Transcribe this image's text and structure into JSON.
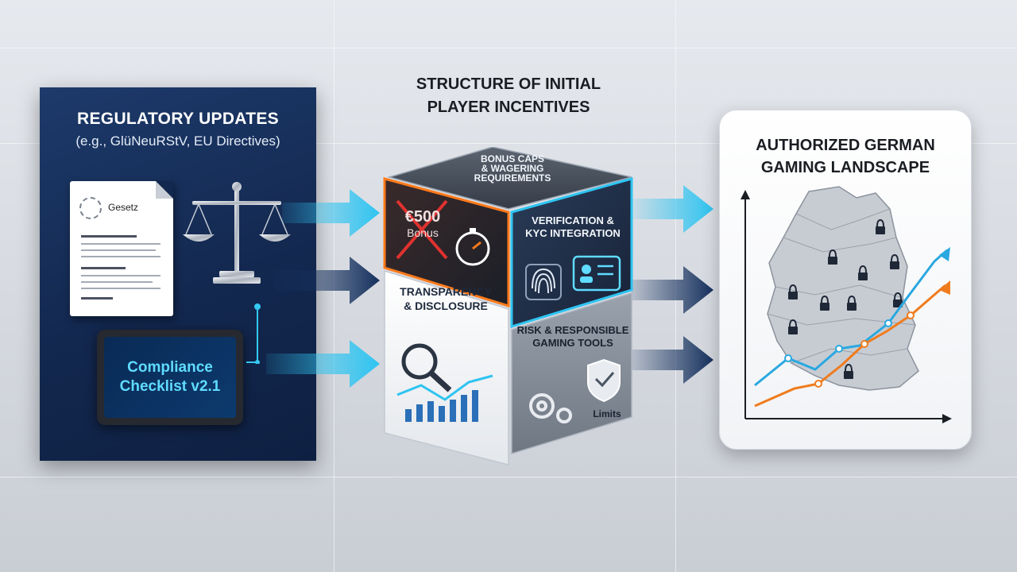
{
  "left_panel": {
    "title": "REGULATORY UPDATES",
    "subtitle": "(e.g., GlüNeuRStV, EU Directives)",
    "document_label": "Gesetz",
    "tablet_line1": "Compliance",
    "tablet_line2": "Checklist v2.1"
  },
  "center": {
    "title_line1": "STRUCTURE OF INITIAL",
    "title_line2": "PLAYER INCENTIVES",
    "top_face_line1": "BONUS CAPS",
    "top_face_line2": "& WAGERING",
    "top_face_line3": "REQUIREMENTS",
    "bonus_amount": "€500",
    "bonus_word": "Bonus",
    "verification_line1": "VERIFICATION &",
    "verification_line2": "KYC INTEGRATION",
    "transparency_line1": "TRANSPARENCY",
    "transparency_line2": "& DISCLOSURE",
    "risk_line1": "RISK & RESPONSIBLE",
    "risk_line2": "GAMING TOOLS",
    "limits_label": "Limits"
  },
  "right_panel": {
    "title_line1": "AUTHORIZED GERMAN",
    "title_line2": "GAMING LANDSCAPE"
  },
  "colors": {
    "navy": "#13284f",
    "cyan_arrow": "#2ec4f1",
    "dark_arrow": "#16315e",
    "orange_glow": "#ff7a1a",
    "trend_blue": "#2aa8e0",
    "trend_orange": "#f07b1d"
  },
  "icons": [
    "gavel-scale-icon",
    "document-icon",
    "tablet-icon",
    "stopwatch-icon",
    "fingerprint-icon",
    "id-card-icon",
    "magnifier-icon",
    "gears-icon",
    "shield-check-icon",
    "lock-icon"
  ]
}
